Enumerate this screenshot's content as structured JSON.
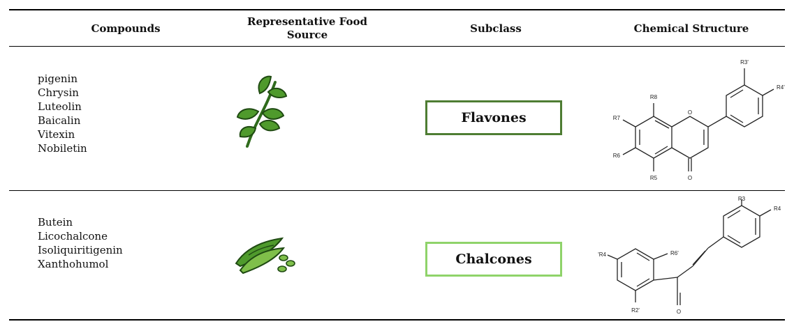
{
  "headers": {
    "compounds": "Compounds",
    "food_source": "Representative Food Source",
    "subclass": "Subclass",
    "structure": "Chemical Structure"
  },
  "rows": [
    {
      "compounds": [
        "pigenin",
        "Chrysin",
        "Luteolin",
        "Baicalin",
        "Vitexin",
        "Nobiletin"
      ],
      "food_icon": "herb-sprig-icon",
      "subclass": "Flavones",
      "subclass_color": "#4e7d33",
      "structure_labels": {
        "r3": "R3'",
        "r4": "R4'",
        "r5": "R5",
        "r6": "R6",
        "r7": "R7",
        "r8": "R8",
        "o_ring": "O",
        "o_keto": "O"
      }
    },
    {
      "compounds": [
        "Butein",
        "Licochalcone",
        "Isoliquiritigenin",
        "Xanthohumol"
      ],
      "food_icon": "legume-pods-icon",
      "subclass": "Chalcones",
      "subclass_color": "#8fd36a",
      "structure_labels": {
        "r3": "R3",
        "r4": "R4",
        "r4p": "'R4",
        "r6p": "R6'",
        "r2p": "R2'",
        "o_keto": "O"
      }
    }
  ],
  "colors": {
    "leaf_dark": "#2f6b1c",
    "leaf_light": "#4f9a2c",
    "pod_light": "#7fbf4a"
  }
}
